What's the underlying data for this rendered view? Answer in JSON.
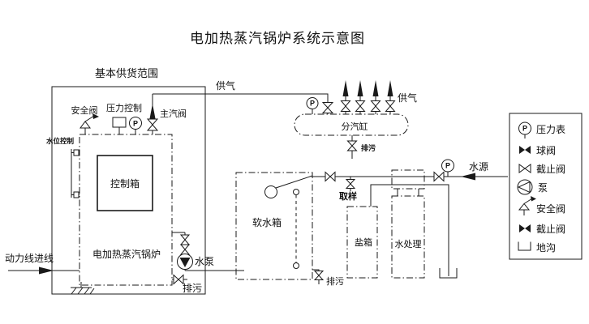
{
  "title": "电加热蒸汽锅炉系统示意图",
  "pressure_letter": "P",
  "supply_scope": {
    "label": "基本供货范围",
    "safety_valve": "安全阀",
    "pressure_control": "压力控制",
    "main_steam_valve": "主汽阀",
    "water_level_control": "水位控制",
    "control_box": "控制箱",
    "boiler": "电加热蒸汽锅炉",
    "power_line": "动力线进线",
    "water_pump": "水泵",
    "blowdown": "排污"
  },
  "distributor": {
    "supply_gas_left": "供气",
    "supply_gas_right": "供气",
    "cylinder": "分汽缸",
    "blowdown": "排污"
  },
  "water_system": {
    "soft_water_tank": "软水箱",
    "sampling": "取样",
    "salt_box": "盐箱",
    "water_treatment": "水处理",
    "water_source": "水源",
    "blowdown": "排污"
  },
  "legend": {
    "items": [
      {
        "icon": "pressure-gauge",
        "label": "压力表"
      },
      {
        "icon": "ball-valve",
        "label": "球阀"
      },
      {
        "icon": "stop-valve",
        "label": "截止阀"
      },
      {
        "icon": "pump",
        "label": "泵"
      },
      {
        "icon": "safety-valve",
        "label": "安全阀"
      },
      {
        "icon": "stop-valve-solid",
        "label": "截止阀"
      },
      {
        "icon": "trench",
        "label": "地沟"
      }
    ]
  },
  "colors": {
    "line": "#1a1a1a",
    "background": "#ffffff"
  }
}
